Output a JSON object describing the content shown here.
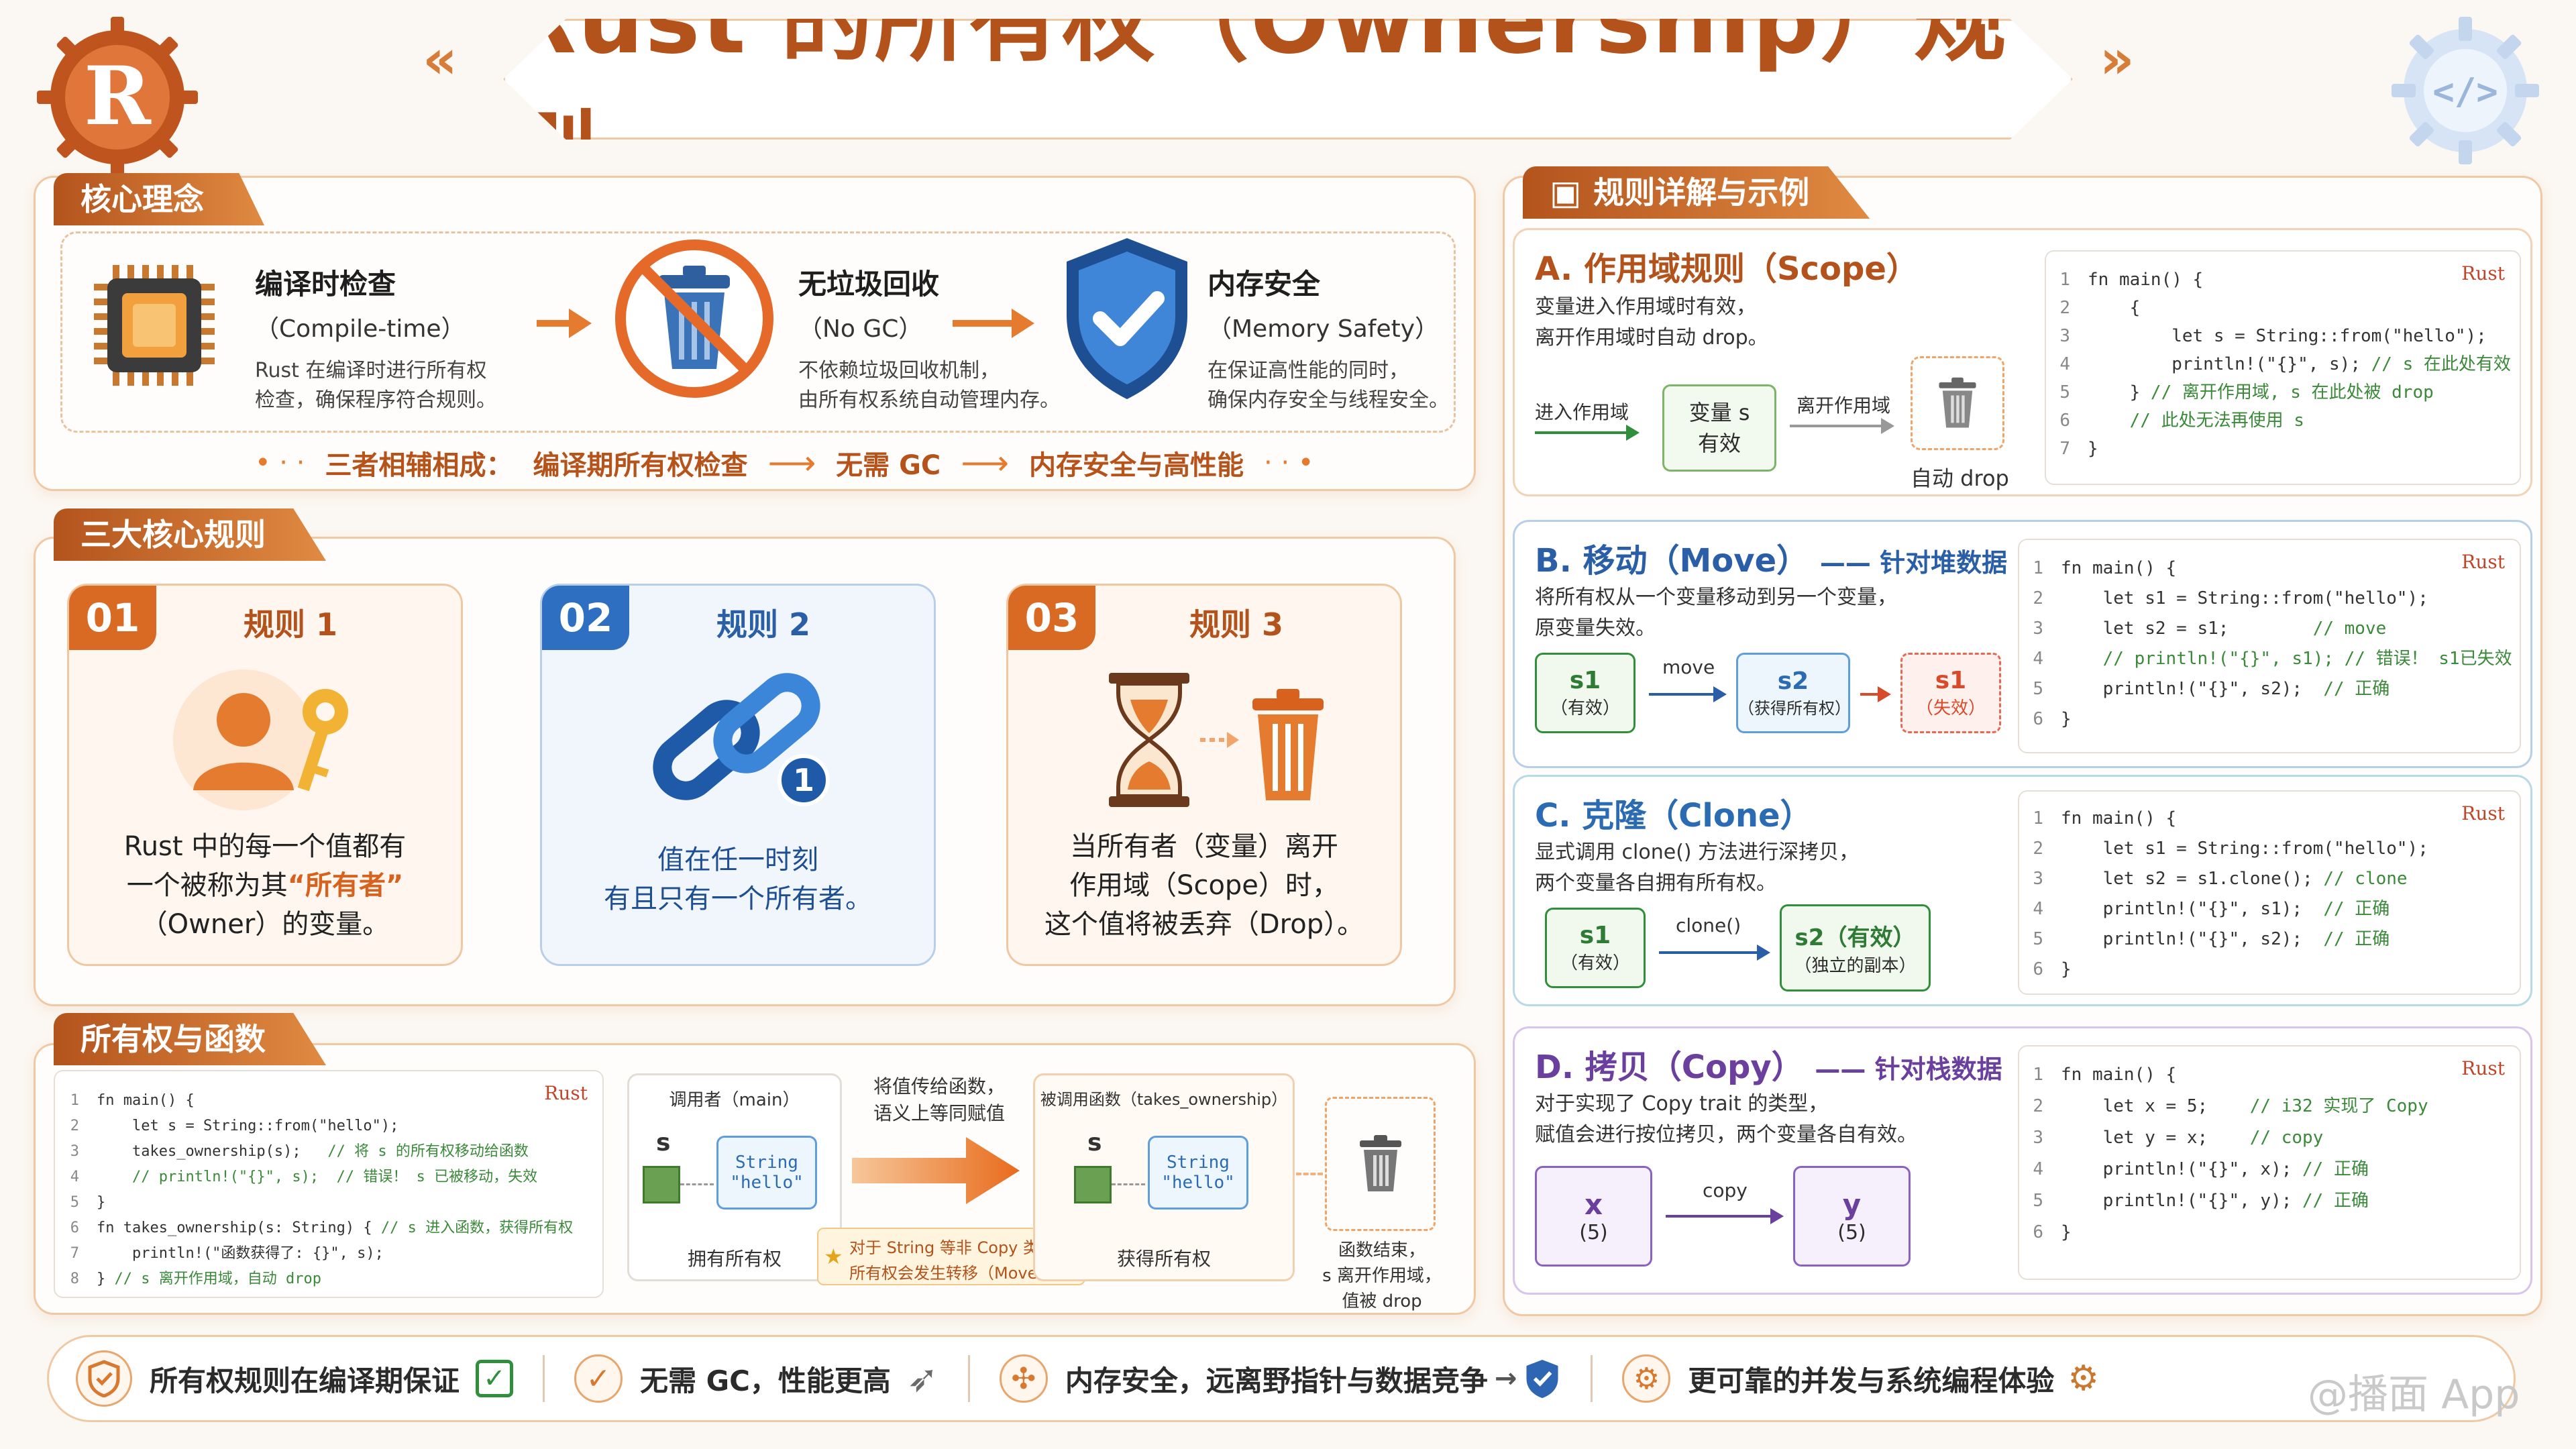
{
  "header": {
    "title": "Rust 的所有权（Ownership）规则",
    "chev_left": "«‹",
    "chev_right": "›»",
    "logo_letter": "R"
  },
  "core": {
    "tab": "核心理念",
    "items": [
      {
        "title": "编译时检查",
        "sub": "（Compile-time）",
        "desc1": "Rust 在编译时进行所有权",
        "desc2": "检查，确保程序符合规则。"
      },
      {
        "title": "无垃圾回收",
        "sub": "（No GC）",
        "desc1": "不依赖垃圾回收机制，",
        "desc2": "由所有权系统自动管理内存。"
      },
      {
        "title": "内存安全",
        "sub": "（Memory Safety）",
        "desc1": "在保证高性能的同时，",
        "desc2": "确保内存安全与线程安全。"
      }
    ],
    "summary": {
      "lead": "三者相辅相成：",
      "a": "编译期所有权检查",
      "b": "无需 GC",
      "c": "内存安全与高性能"
    }
  },
  "rules": {
    "tab": "三大核心规则",
    "items": [
      {
        "num": "01",
        "label": "规则 1",
        "l1": "Rust  中的每一个值都有",
        "l2a": "一个被称为其",
        "l2b": "“所有者”",
        "l3": "（Owner）的变量。"
      },
      {
        "num": "02",
        "label": "规则 2",
        "l1": "值在任一时刻",
        "l2": "有且只有一个所有者。",
        "badge": "1"
      },
      {
        "num": "03",
        "label": "规则 3",
        "l1": "当所有者（变量）离开",
        "l2": "作用域（Scope）时，",
        "l3": "这个值将被丢弃（Drop）。"
      }
    ]
  },
  "func": {
    "tab": "所有权与函数",
    "code_tag": "Rust",
    "code": [
      {
        "n": "1",
        "t": "fn main() {"
      },
      {
        "n": "2",
        "t": "    let s = String::from(\"hello\");"
      },
      {
        "n": "3",
        "t": "    takes_ownership(s);   // 将 s 的所有权移动给函数"
      },
      {
        "n": "4",
        "t": "    // println!(\"{}\", s);  // 错误！ s 已被移动，失效"
      },
      {
        "n": "5",
        "t": "}"
      },
      {
        "n": "6",
        "t": "fn takes_ownership(s: String) { // s 进入函数，获得所有权"
      },
      {
        "n": "7",
        "t": "    println!(\"函数获得了: {}\", s);"
      },
      {
        "n": "8",
        "t": "} // s 离开作用域，自动 drop"
      }
    ],
    "caller": "调用者（main）",
    "callee": "被调用函数（takes_ownership）",
    "var": "s",
    "str1": "String",
    "str2": "\"hello\"",
    "own1": "拥有所有权",
    "own2": "获得所有权",
    "pass1": "将值传给函数，",
    "pass2": "语义上等同赋值",
    "note1": "对于 String 等非 Copy 类型，",
    "note2": "所有权会发生转移（Move）。",
    "end1": "函数结束，",
    "end2": "s 离开作用域，",
    "end3": "值被 drop"
  },
  "details": {
    "tab": "规则详解与示例",
    "scope": {
      "title": "A. 作用域规则（Scope）",
      "d1": "变量进入作用域时有效，",
      "d2": "离开作用域时自动 drop。",
      "enter": "进入作用域",
      "box1": "变量 s",
      "box2": "有效",
      "leave": "离开作用域",
      "auto": "自动 drop",
      "code_tag": "Rust",
      "code": [
        {
          "n": "1",
          "t": "fn main() {"
        },
        {
          "n": "2",
          "t": "    {"
        },
        {
          "n": "3",
          "t": "        let s = String::from(\"hello\");"
        },
        {
          "n": "4",
          "t": "        println!(\"{}\", s); // s 在此处有效"
        },
        {
          "n": "5",
          "t": "    } // 离开作用域, s 在此处被 drop"
        },
        {
          "n": "6",
          "t": "    // 此处无法再使用 s"
        },
        {
          "n": "7",
          "t": "}"
        }
      ]
    },
    "move": {
      "title": "B. 移动（Move）",
      "title_tail": "—— 针对堆数据",
      "d1": "将所有权从一个变量移动到另一个变量，",
      "d2": "原变量失效。",
      "s1": "s1",
      "s1s": "（有效）",
      "mv": "move",
      "s2": "s2",
      "s2s": "（获得所有权）",
      "s1b": "s1",
      "s1bs": "（失效）",
      "code_tag": "Rust",
      "code": [
        {
          "n": "1",
          "t": "fn main() {"
        },
        {
          "n": "2",
          "t": "    let s1 = String::from(\"hello\");"
        },
        {
          "n": "3",
          "t": "    let s2 = s1;        // move"
        },
        {
          "n": "4",
          "t": "    // println!(\"{}\", s1); // 错误！ s1已失效"
        },
        {
          "n": "5",
          "t": "    println!(\"{}\", s2);  // 正确"
        },
        {
          "n": "6",
          "t": "}"
        }
      ]
    },
    "clone": {
      "title": "C. 克隆（Clone）",
      "d1": "显式调用 clone() 方法进行深拷贝，",
      "d2": "两个变量各自拥有所有权。",
      "s1": "s1",
      "s1s": "（有效）",
      "op": "clone()",
      "s2": "s2（有效）",
      "s2s": "（独立的副本）",
      "code_tag": "Rust",
      "code": [
        {
          "n": "1",
          "t": "fn main() {"
        },
        {
          "n": "2",
          "t": "    let s1 = String::from(\"hello\");"
        },
        {
          "n": "3",
          "t": "    let s2 = s1.clone(); // clone"
        },
        {
          "n": "4",
          "t": "    println!(\"{}\", s1);  // 正确"
        },
        {
          "n": "5",
          "t": "    println!(\"{}\", s2);  // 正确"
        },
        {
          "n": "6",
          "t": "}"
        }
      ]
    },
    "copy": {
      "title": "D. 拷贝（Copy）",
      "title_tail": "—— 针对栈数据",
      "d1": "对于实现了 Copy trait 的类型，",
      "d2": "赋值会进行按位拷贝，两个变量各自有效。",
      "x": "x",
      "xs": "(5)",
      "op": "copy",
      "y": "y",
      "ys": "(5)",
      "code_tag": "Rust",
      "code": [
        {
          "n": "1",
          "t": "fn main() {"
        },
        {
          "n": "2",
          "t": "    let x = 5;    // i32 实现了 Copy"
        },
        {
          "n": "3",
          "t": "    let y = x;    // copy"
        },
        {
          "n": "4",
          "t": "    println!(\"{}\", x); // 正确"
        },
        {
          "n": "5",
          "t": "    println!(\"{}\", y); // 正确"
        },
        {
          "n": "6",
          "t": "}"
        }
      ]
    }
  },
  "footer": {
    "items": [
      "所有权规则在编译期保证",
      "无需 GC，性能更高",
      "内存安全，远离野指针与数据竞争",
      "更可靠的并发与系统编程体验"
    ],
    "watermark": "@播面 App"
  },
  "colors": {
    "accent": "#b3521b",
    "orange": "#e57b2e",
    "blue": "#2a6bb3",
    "green": "#2f8f3a",
    "red": "#d94a2a",
    "purple": "#6a3f9e"
  }
}
